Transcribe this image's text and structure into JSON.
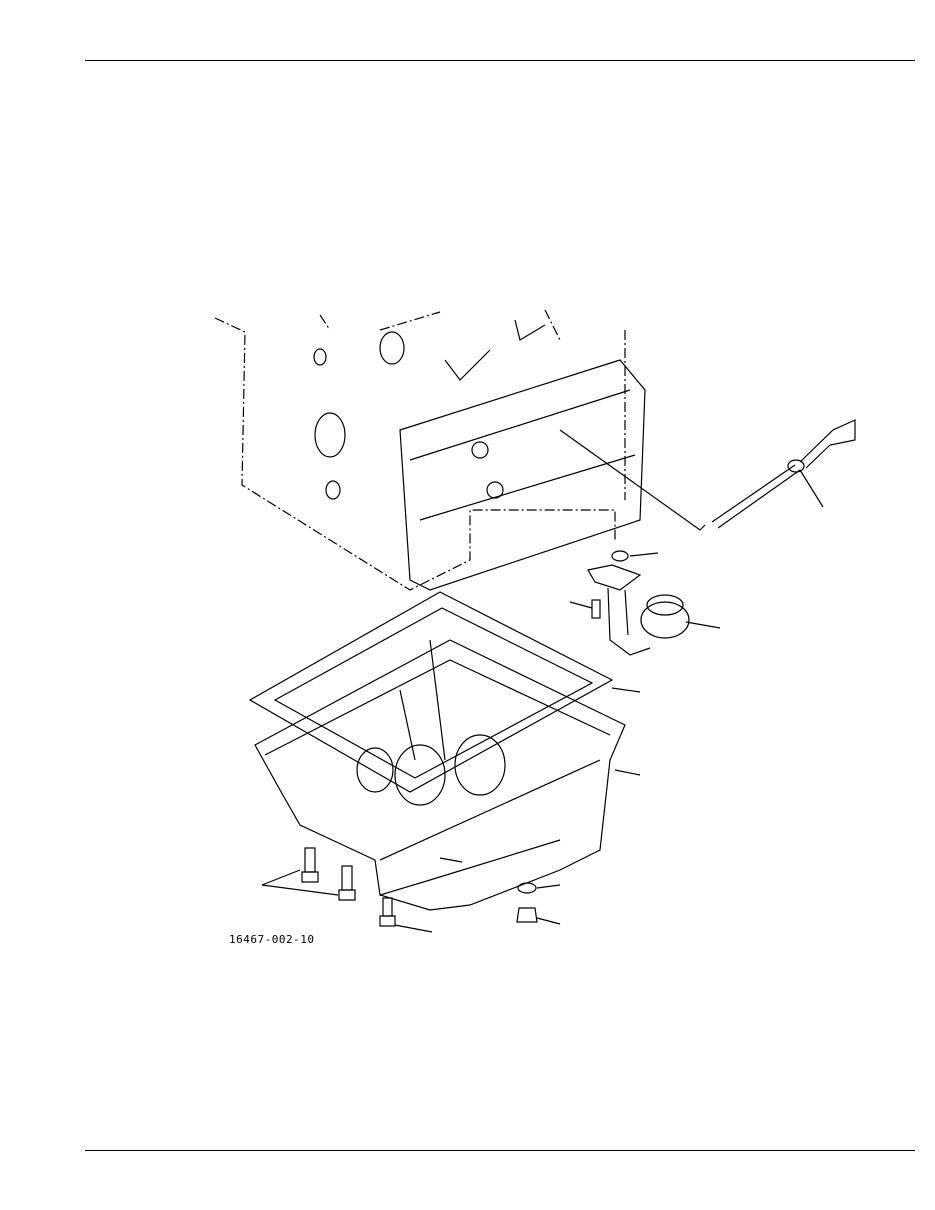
{
  "figure": {
    "reference_number": "16467-002-10",
    "parts": [
      "engine-block",
      "dipstick",
      "o-ring",
      "oil-strainer",
      "strainer-bolt",
      "oil-pan-gasket",
      "oil-pan",
      "pan-bolts",
      "drain-washer",
      "drain-plug",
      "pan-bolt"
    ]
  }
}
